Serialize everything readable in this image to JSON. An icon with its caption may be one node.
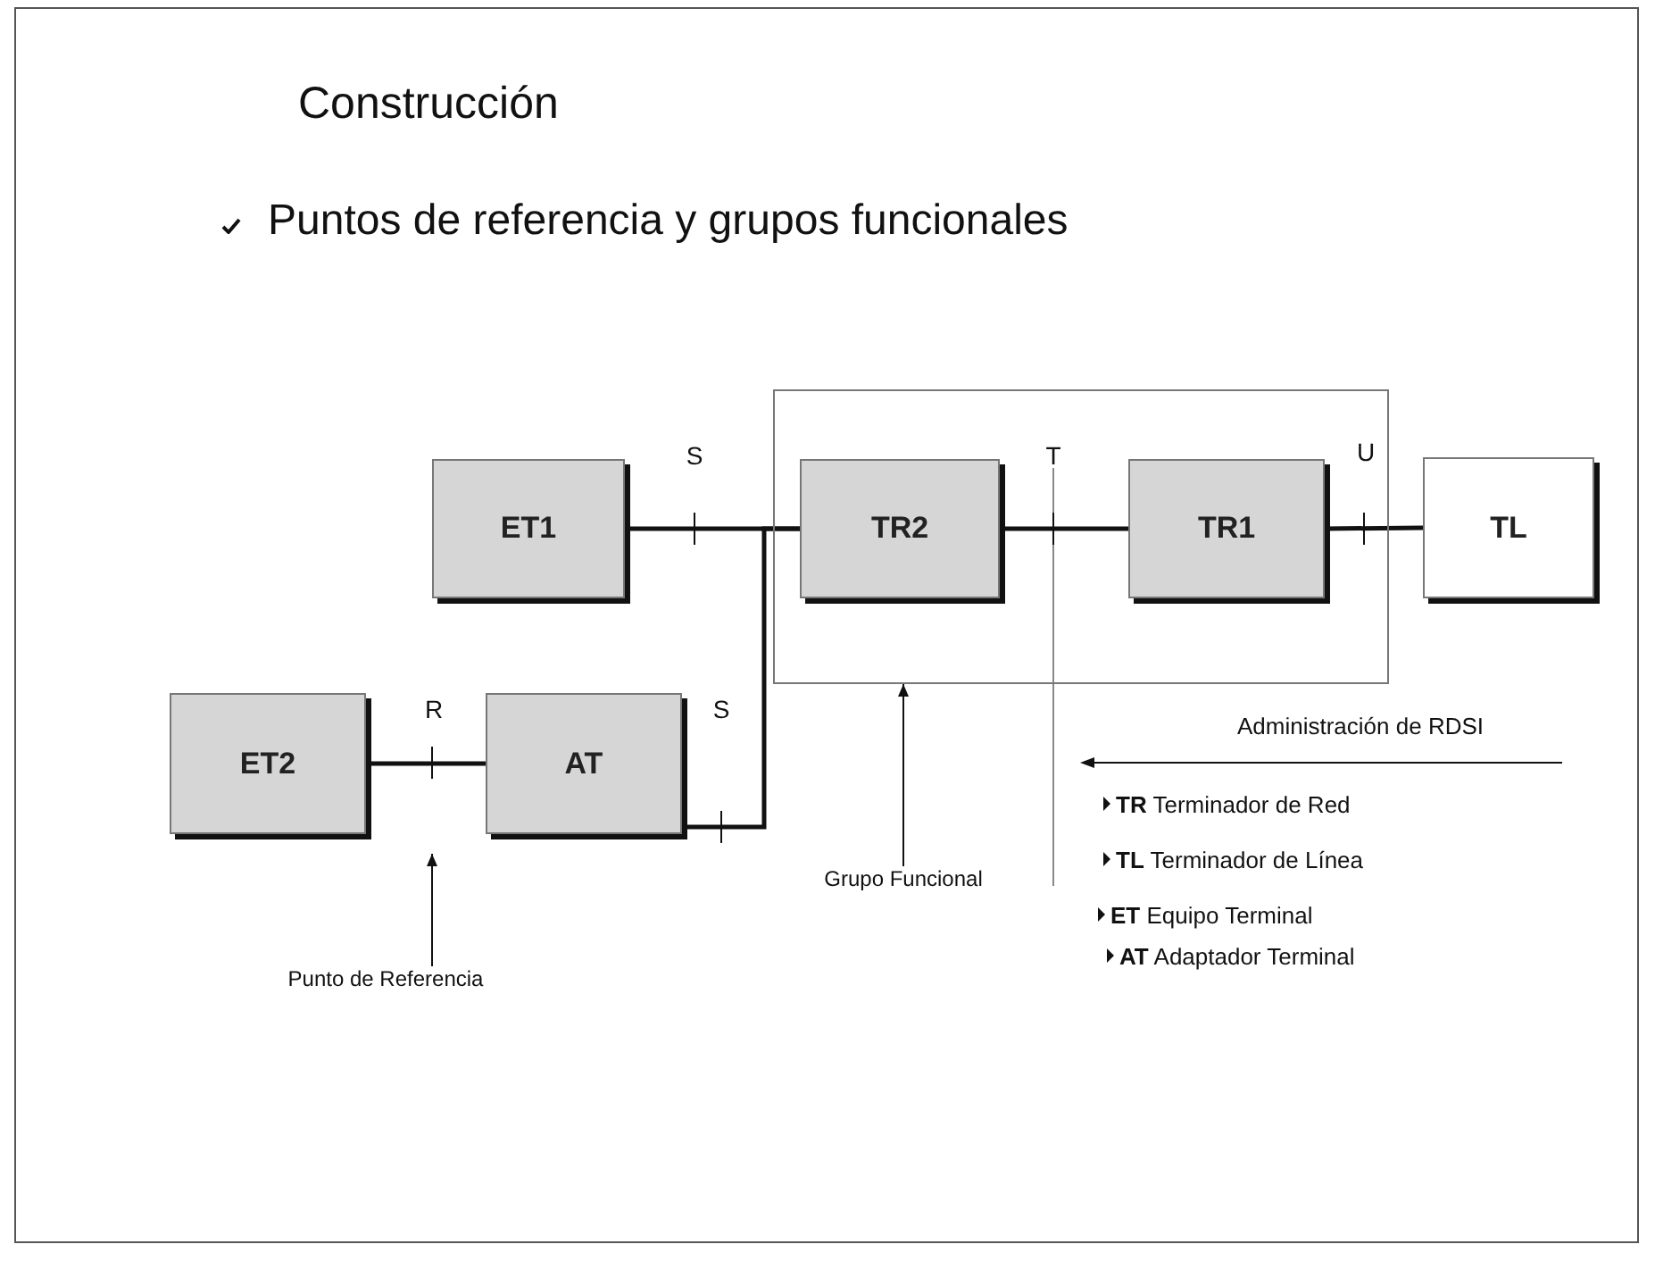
{
  "diagram": {
    "title": "Construcción",
    "nodes": [
      {
        "text": [
          "ET1"
        ]
      },
      {
        "text": [],
        "shape": "box"
      },
      {
        "text": [
          "TR2"
        ],
        "in": 1
      },
      {
        "text": [
          "TR1"
        ],
        "in": 1
      },
      {
        "text": [
          "TL"
        ]
      },
      {
        "text": [
          "ET2"
        ]
      },
      {
        "text": [
          "AT"
        ]
      },
      {
        "text": [
          "Grupo Funcional"
        ]
      },
      {
        "text": [
          "Punto de Referencia"
        ]
      }
    ],
    "edges": [
      {
        "from": 0,
        "to": 2,
        "arrow": "none"
      },
      {
        "from": 2,
        "to": 3,
        "arrow": "none"
      },
      {
        "from": 3,
        "to": 4,
        "arrow": "none"
      },
      {
        "from": 5,
        "to": 6,
        "arrow": "none"
      },
      {
        "from": 6,
        "to": 2,
        "arrow": "none"
      },
      {
        "from": 7,
        "to": 1,
        "arrow": "to"
      },
      {
        "from": 8,
        "to": null,
        "arrow": "to"
      }
    ],
    "labels": [
      "Puntos de referencia y grupos funcionales",
      "S",
      "T",
      "U",
      "R",
      "S",
      "Administración de RDSI",
      "**TR** Terminador de Red",
      "**TL** Terminador de Línea",
      "**ET** Equipo Terminal",
      "**AT** Adaptador Terminal"
    ]
  }
}
